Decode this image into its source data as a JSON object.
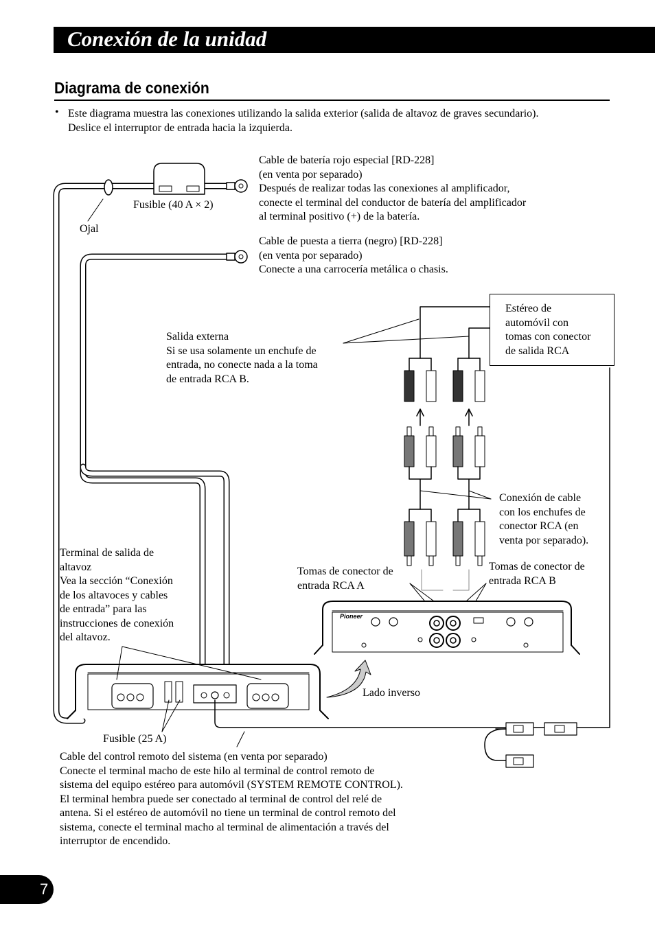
{
  "header": {
    "title": "Conexión de la unidad"
  },
  "section": {
    "title": "Diagrama de conexión",
    "bullet": "•",
    "intro_lines": [
      "Este diagrama muestra las conexiones utilizando la salida exterior (salida de altavoz de graves secundario).",
      "Deslice el interruptor de entrada hacia la izquierda."
    ]
  },
  "labels": {
    "battery_cable": [
      "Cable de batería rojo especial [RD-228]",
      "(en venta por separado)",
      "Después de realizar todas las conexiones al amplificador,",
      "conecte el terminal del conductor de batería del amplificador",
      "al terminal positivo (+) de la batería."
    ],
    "fuse_40": "Fusible (40 A × 2)",
    "grommet": "Ojal",
    "ground_cable": [
      "Cable de puesta a tierra (negro) [RD-228]",
      "(en venta por separado)",
      "Conecte a una carrocería metálica o chasis."
    ],
    "car_stereo": [
      "Estéreo de",
      "automóvil con",
      "tomas con conector",
      "de salida RCA"
    ],
    "external_output": [
      "Salida externa",
      "Si se usa solamente un enchufe de",
      "entrada, no conecte nada a la toma",
      "de entrada RCA B."
    ],
    "cable_connection": [
      "Conexión de cable",
      "con los enchufes de",
      "conector RCA (en",
      "venta por separado)."
    ],
    "speaker_output": [
      "Terminal de salida de",
      "altavoz",
      "Vea la sección “Conexión",
      "de los altavoces y cables",
      "de entrada” para las",
      "instrucciones de conexión",
      "del altavoz."
    ],
    "rca_a": [
      "Tomas de conector de",
      "entrada RCA A"
    ],
    "rca_b": [
      "Tomas de conector de",
      "entrada RCA B"
    ],
    "reverse_side": "Lado inverso",
    "fuse_25": "Fusible (25 A)",
    "remote_cable": [
      "Cable del control remoto del sistema (en venta por separado)",
      "Conecte el terminal macho de este hilo al terminal de control remoto de",
      "sistema del equipo estéreo para automóvil (SYSTEM REMOTE CONTROL).",
      "El terminal hembra puede ser conectado al terminal de control del relé de",
      "antena. Si el estéreo de automóvil no tiene un terminal de control remoto del",
      "sistema, conecte el terminal macho al terminal de alimentación a través del",
      "interruptor de encendido."
    ]
  },
  "page_number": "7"
}
